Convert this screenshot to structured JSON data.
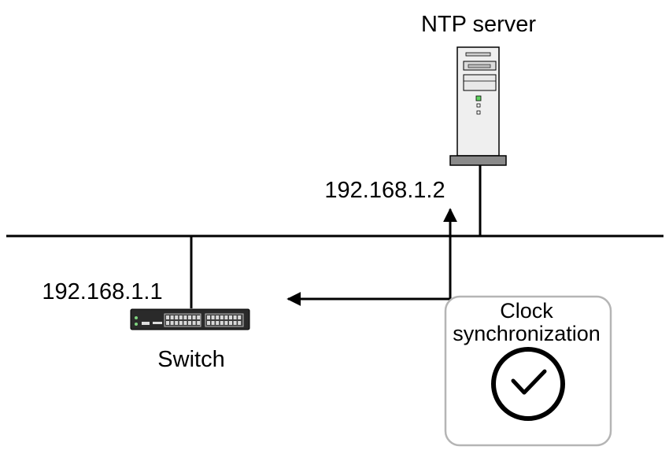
{
  "server": {
    "label": "NTP server",
    "ip": "192.168.1.2"
  },
  "switch": {
    "label": "Switch",
    "ip": "192.168.1.1"
  },
  "sync_box": {
    "line1": "Clock",
    "line2": "synchronization",
    "icon": "clock-check-icon"
  },
  "colors": {
    "line": "#000000",
    "box_border": "#b5b5b5",
    "server_body": "#efefef",
    "switch_body": "#2a2a2a"
  }
}
